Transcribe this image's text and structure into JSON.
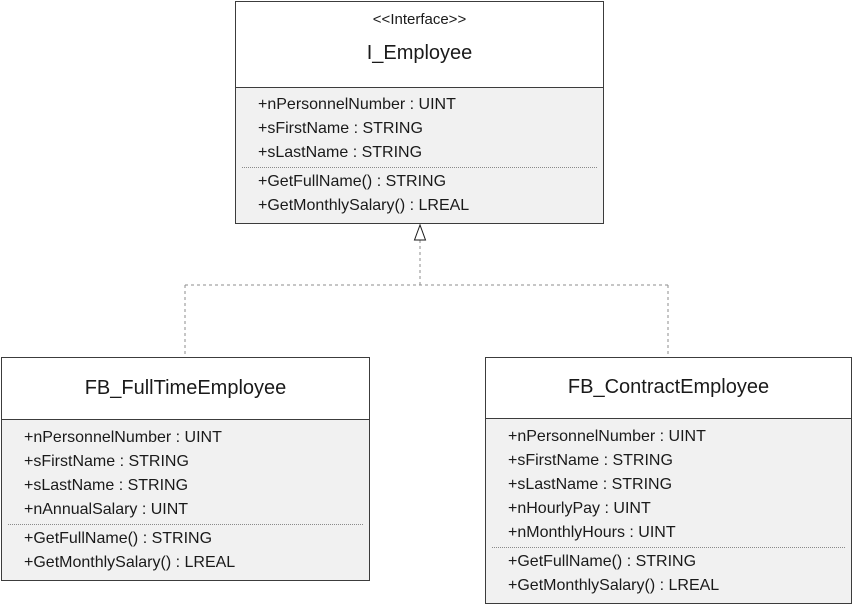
{
  "interface_class": {
    "stereotype": "<<Interface>>",
    "name": "I_Employee",
    "attributes": [
      "+nPersonnelNumber : UINT",
      "+sFirstName : STRING",
      "+sLastName : STRING"
    ],
    "methods": [
      "+GetFullName() : STRING",
      "+GetMonthlySalary() : LREAL"
    ]
  },
  "fulltime_class": {
    "name": "FB_FullTimeEmployee",
    "attributes": [
      "+nPersonnelNumber : UINT",
      "+sFirstName : STRING",
      "+sLastName : STRING",
      "+nAnnualSalary : UINT"
    ],
    "methods": [
      "+GetFullName() : STRING",
      "+GetMonthlySalary() : LREAL"
    ]
  },
  "contract_class": {
    "name": "FB_ContractEmployee",
    "attributes": [
      "+nPersonnelNumber : UINT",
      "+sFirstName : STRING",
      "+sLastName : STRING",
      "+nHourlyPay : UINT",
      "+nMonthlyHours : UINT"
    ],
    "methods": [
      "+GetFullName() : STRING",
      "+GetMonthlySalary() : LREAL"
    ]
  },
  "relationship": {
    "type": "realization",
    "line_style": "dashed",
    "arrowhead": "hollow-triangle",
    "line_color": "#8c8c8c"
  },
  "colors": {
    "border": "#3c3c3c",
    "compartment_fill": "#f1f1f1",
    "header_fill": "#ffffff"
  }
}
